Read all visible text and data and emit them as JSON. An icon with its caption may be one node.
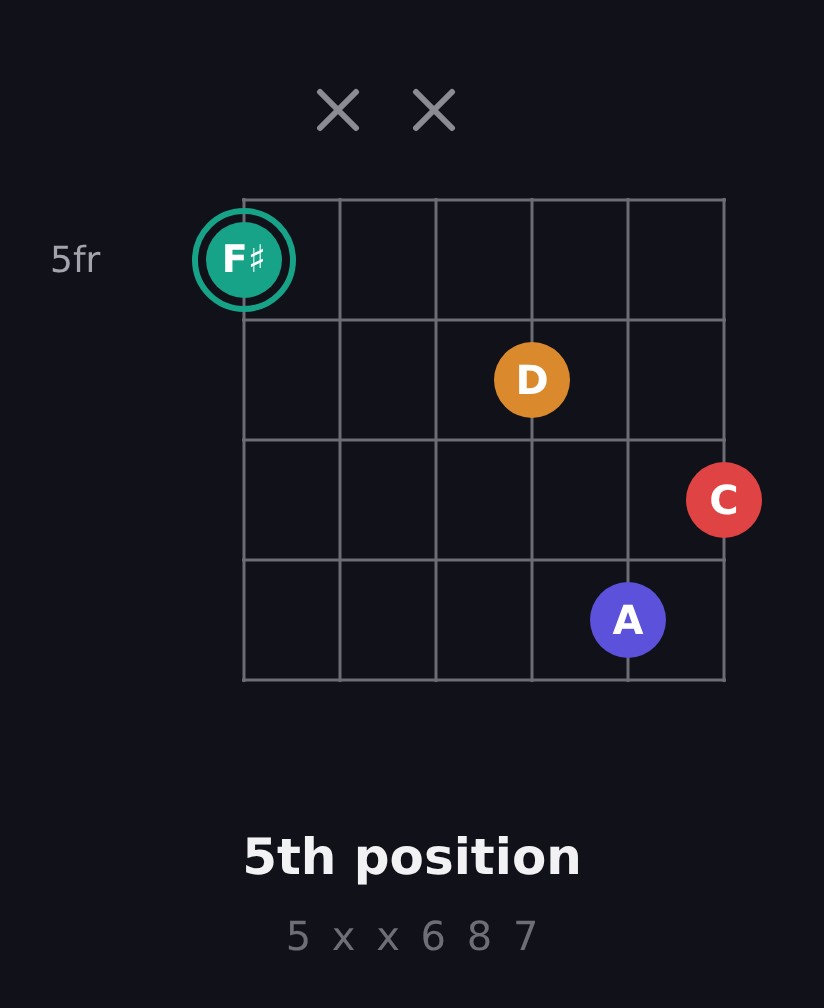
{
  "diagram": {
    "title": "5th position",
    "nodes": [
      {
        "text": [
          "F♯"
        ]
      },
      {
        "text": [
          "D"
        ]
      },
      {
        "text": [
          "C"
        ]
      },
      {
        "text": [
          "A"
        ]
      }
    ],
    "edges": [],
    "labels": [
      "5fr",
      "5 x x 6 8 7"
    ]
  }
}
